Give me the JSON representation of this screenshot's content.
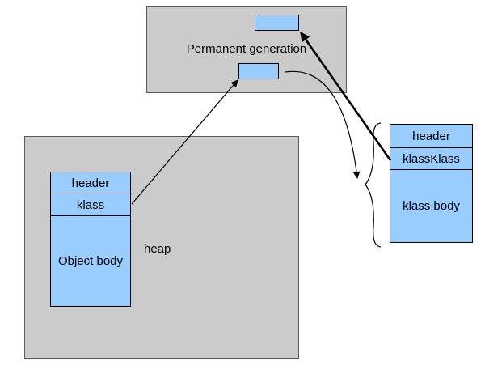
{
  "colors": {
    "cell_fill": "#99ccff",
    "region_fill": "#cbcbcb"
  },
  "permanent_generation": {
    "label": "Permanent generation"
  },
  "heap": {
    "label": "heap"
  },
  "object_box": {
    "header": "header",
    "klass": "klass",
    "body": "Object body"
  },
  "klass_box": {
    "header": "header",
    "klassklass": "klassKlass",
    "body": "klass body"
  }
}
